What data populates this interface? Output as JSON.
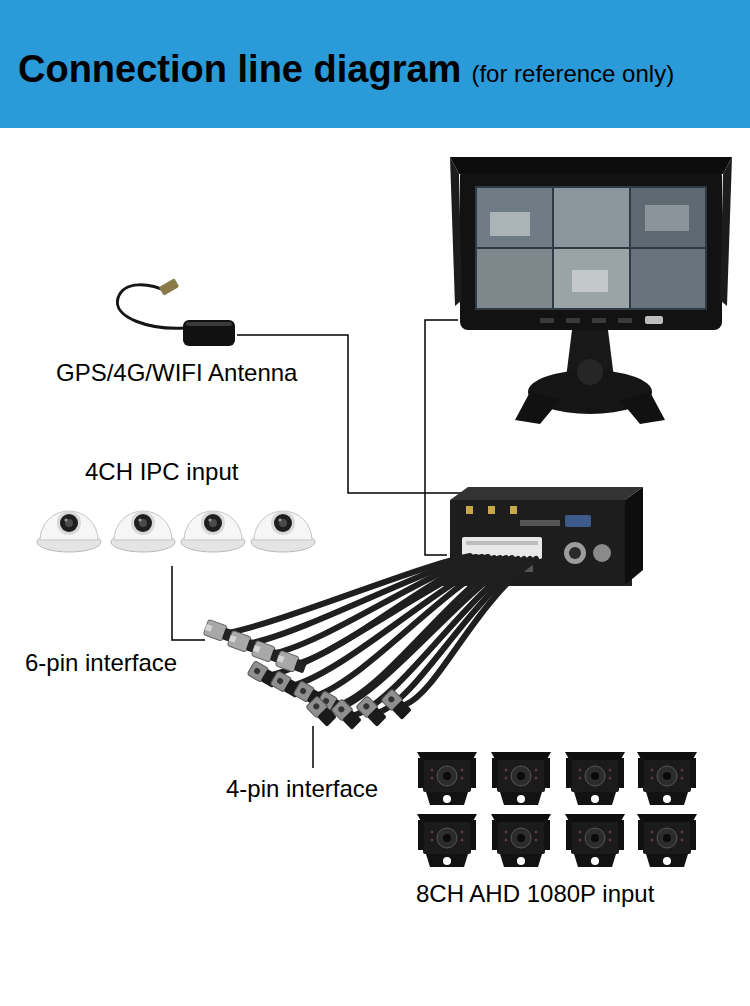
{
  "diagram": {
    "title": "Connection line diagram",
    "nodes": [
      {
        "text": [
          "GPS/4G/WIFI Antenna"
        ]
      },
      {
        "text": [
          "4CH IPC input"
        ]
      },
      {
        "text": [
          "8CH AHD 1080P input"
        ]
      }
    ],
    "labels": [
      "(for reference only)",
      "6-pin interface",
      "4-pin interface"
    ]
  }
}
